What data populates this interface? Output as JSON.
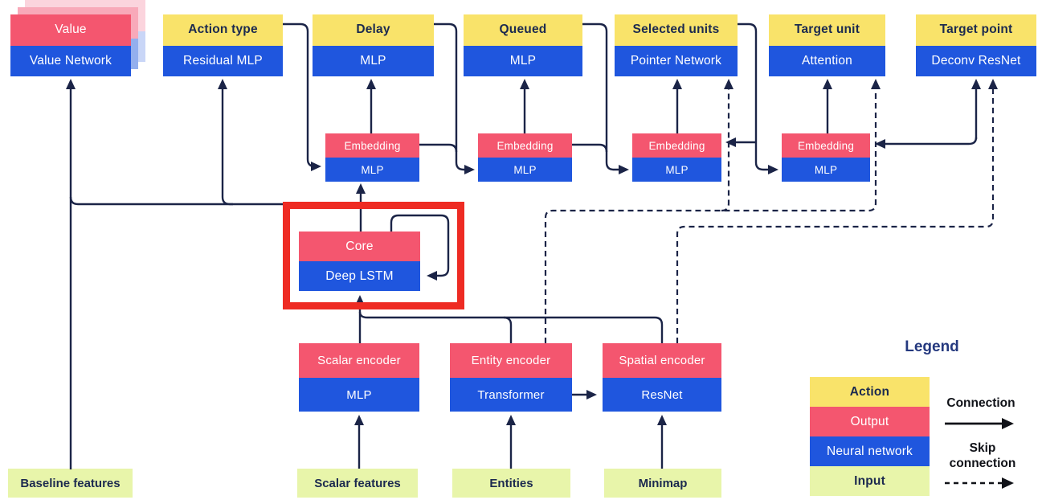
{
  "colors": {
    "action_yellow": "#F9E36A",
    "output_pink": "#F4566F",
    "network_blue": "#1F56DE",
    "input_green": "#E8F5AA",
    "line_navy": "#1B2447",
    "highlight_red": "#EE2B23"
  },
  "heads": [
    {
      "top": "Value",
      "bottom": "Value Network"
    },
    {
      "top": "Action type",
      "bottom": "Residual MLP"
    },
    {
      "top": "Delay",
      "bottom": "MLP"
    },
    {
      "top": "Queued",
      "bottom": "MLP"
    },
    {
      "top": "Selected units",
      "bottom": "Pointer Network"
    },
    {
      "top": "Target unit",
      "bottom": "Attention"
    },
    {
      "top": "Target point",
      "bottom": "Deconv ResNet"
    }
  ],
  "embeddings": [
    {
      "top": "Embedding",
      "bottom": "MLP"
    },
    {
      "top": "Embedding",
      "bottom": "MLP"
    },
    {
      "top": "Embedding",
      "bottom": "MLP"
    },
    {
      "top": "Embedding",
      "bottom": "MLP"
    }
  ],
  "core": {
    "top": "Core",
    "bottom": "Deep LSTM"
  },
  "encoders": [
    {
      "top": "Scalar encoder",
      "bottom": "MLP"
    },
    {
      "top": "Entity encoder",
      "bottom": "Transformer"
    },
    {
      "top": "Spatial encoder",
      "bottom": "ResNet"
    }
  ],
  "inputs": [
    "Baseline features",
    "Scalar features",
    "Entities",
    "Minimap"
  ],
  "legend": {
    "title": "Legend",
    "rows": [
      {
        "label": "Action"
      },
      {
        "label": "Output"
      },
      {
        "label": "Neural network"
      },
      {
        "label": "Input"
      }
    ],
    "connection": "Connection",
    "skip_connection": "Skip connection"
  }
}
